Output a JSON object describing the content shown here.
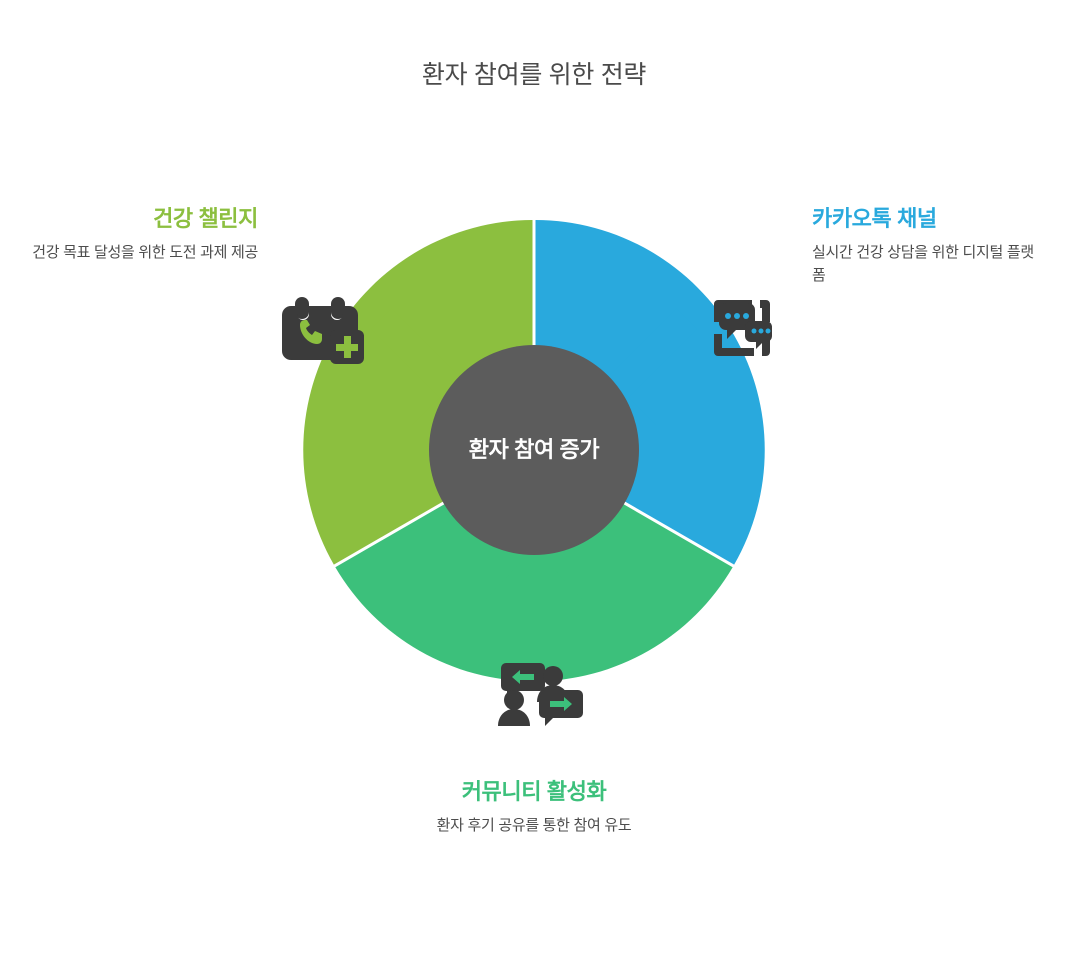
{
  "title": "환자 참여를 위한 전략",
  "center": {
    "label": "환자 참여 증가",
    "color": "#5c5c5c",
    "text_color": "#ffffff"
  },
  "segments": [
    {
      "id": "health-challenge",
      "heading": "건강 챌린지",
      "description": "건강 목표 달성을 위한 도전 과제 제공",
      "color": "#8cbf3f",
      "icon": "calendar-phone-plus-icon",
      "position": "left"
    },
    {
      "id": "kakaotalk-channel",
      "heading": "카카오톡 채널",
      "description": "실시간 건강 상담을 위한 디지털 플랫폼",
      "color": "#29a9dd",
      "icon": "mobile-chat-bubbles-icon",
      "position": "right"
    },
    {
      "id": "community-activation",
      "heading": "커뮤니티 활성화",
      "description": "환자 후기 공유를 통한 참여 유도",
      "color": "#3cc07b",
      "icon": "community-chat-people-icon",
      "position": "bottom"
    }
  ],
  "colors": {
    "background": "#ffffff",
    "title_text": "#4a4a4a",
    "body_text": "#4d4d4d",
    "icon_dark": "#3b3b3b"
  }
}
